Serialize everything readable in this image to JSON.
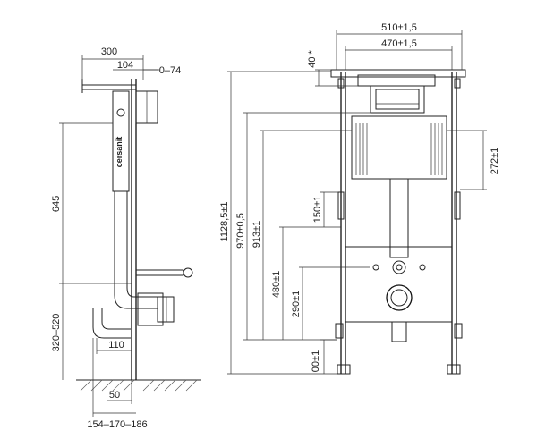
{
  "brand_text": "cersanit",
  "side_view": {
    "dims": {
      "width_300": "300",
      "width_104": "104",
      "range_0_74": "0–74",
      "height_645": "645",
      "height_320_520": "320–520",
      "width_110": "110",
      "width_50": "50",
      "range_154_186": "154–170–186"
    }
  },
  "front_view": {
    "dims": {
      "width_510": "510±1,5",
      "width_470": "470±1,5",
      "small_40": "40 *",
      "h_1128": "1128,5±1",
      "h_970": "970±0,5",
      "h_913": "913±1",
      "h_480": "480±1",
      "h_290": "290±1",
      "h_150": "150±1",
      "h_272": "272±1",
      "h_00": "00±1"
    }
  },
  "colors": {
    "line": "#222222",
    "background": "#ffffff"
  }
}
